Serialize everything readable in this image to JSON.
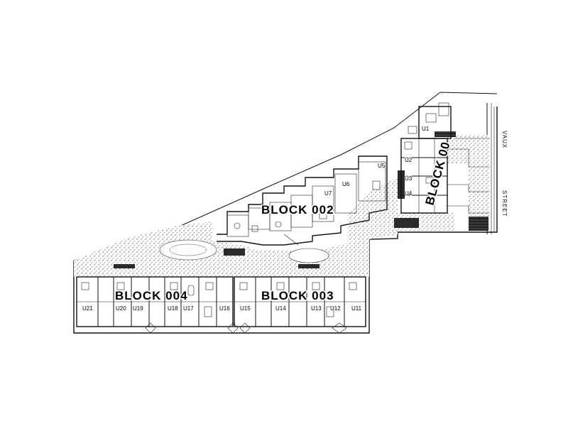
{
  "blocks": {
    "block1": "BLOCK 00",
    "block2": "BLOCK 002",
    "block3": "BLOCK 003",
    "block4": "BLOCK 004"
  },
  "units": {
    "u1": "U1",
    "u2": "U2",
    "u3": "U3",
    "u4": "U4",
    "u5": "U5",
    "u6": "U6",
    "u7": "U7",
    "u11": "U11",
    "u12": "U12",
    "u13": "U13",
    "u14": "U14",
    "u15": "U15",
    "u16": "U16",
    "u17": "U17",
    "u18": "U18",
    "u19": "U19",
    "u20": "U20",
    "u21": "U21"
  },
  "street": {
    "name1": "VAUX",
    "name2": "STREET"
  }
}
